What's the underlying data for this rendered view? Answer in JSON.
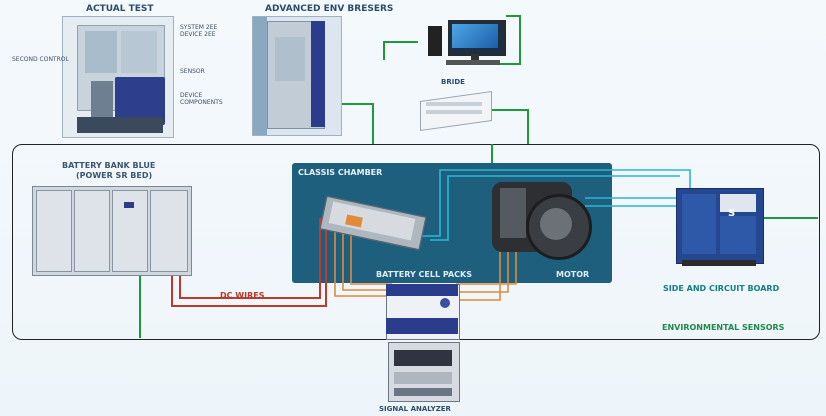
{
  "labels": {
    "top_left_title": "ACTUAL TEST",
    "top_left_notes": [
      "SYSTEM 2EE",
      "DEVICE 2EE",
      "SENSOR",
      "DEVICE",
      "COMPONENTS"
    ],
    "left_side_note": "SECOND CONTROL",
    "top_center_title": "ADVANCED ENV BRESERS",
    "pc_label": "",
    "small_unit_label": "BRIDE",
    "cabinet_title_line1": "BATTERY BANK BLUE",
    "cabinet_title_line2": "(POWER SR BED)",
    "chamber_title": "CLASSIS CHAMBER",
    "battery_label": "BATTERY CELL PACKS",
    "motor_label": "MOTOR",
    "wire_label": "DC WIRES",
    "right_unit_label": "SIDE AND CIRCUIT BOARD",
    "right_unit_badge": "S",
    "bottom_right_label": "ENVIRONMENTAL SENSORS",
    "bottom_center_label": "SIGNAL ANALYZER"
  },
  "colors": {
    "frame": "#222222",
    "chamber": "#1f5f7e",
    "green_wire": "#1e9a3c",
    "red_wire": "#c0392b",
    "orange_wire": "#e08a3a",
    "cyan_wire": "#2bb6d6",
    "title_blue": "#2a4d6e",
    "teal_text": "#0f7f86"
  }
}
